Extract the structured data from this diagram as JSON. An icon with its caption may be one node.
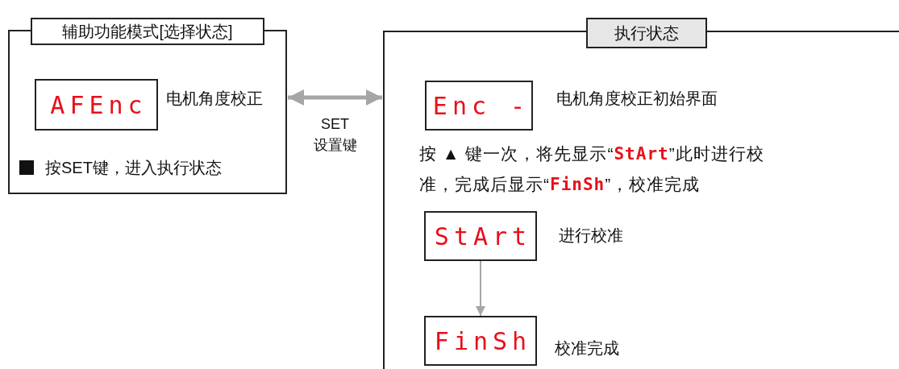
{
  "diagram": {
    "nodes": [
      {
        "text": [
          "辅助功能模式[选择状态]",
          "按SET键，进入执行状态"
        ]
      },
      {
        "text": [
          "AFEnc"
        ],
        "in": 0,
        "beside": [
          "电机角度校正"
        ]
      },
      {
        "text": [
          "执行状态",
          "按 ▲ 键一次，将先显示“StArt”此时进行校准，完成后显示“FinSh”，校准完成"
        ]
      },
      {
        "text": [
          "Enc -"
        ],
        "in": 2,
        "beside": [
          "电机角度校正初始界面"
        ]
      },
      {
        "text": [
          "StArt"
        ],
        "in": 2,
        "beside": [
          "进行校准"
        ]
      },
      {
        "text": [
          "FinSh"
        ],
        "in": 2,
        "beside": [
          "校准完成"
        ]
      }
    ],
    "edges": [
      {
        "from": 0,
        "to": 2,
        "arrow": "both",
        "label": "SET 设置键",
        "style": "thick"
      },
      {
        "from": 4,
        "to": 5,
        "arrow": "to"
      }
    ]
  }
}
